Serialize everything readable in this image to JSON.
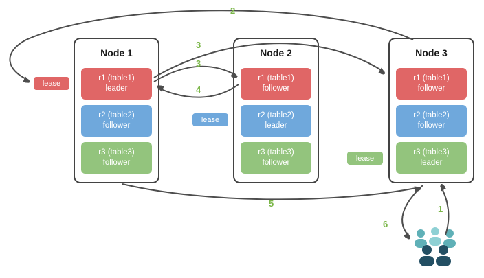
{
  "diagram": {
    "nodes": [
      {
        "title": "Node 1",
        "replicas": [
          {
            "name": "r1 (table1)",
            "role": "leader",
            "color": "#e06666"
          },
          {
            "name": "r2 (table2)",
            "role": "follower",
            "color": "#6fa8dc"
          },
          {
            "name": "r3 (table3)",
            "role": "follower",
            "color": "#93c47d"
          }
        ]
      },
      {
        "title": "Node 2",
        "replicas": [
          {
            "name": "r1 (table1)",
            "role": "follower",
            "color": "#e06666"
          },
          {
            "name": "r2 (table2)",
            "role": "leader",
            "color": "#6fa8dc"
          },
          {
            "name": "r3 (table3)",
            "role": "follower",
            "color": "#93c47d"
          }
        ]
      },
      {
        "title": "Node 3",
        "replicas": [
          {
            "name": "r1 (table1)",
            "role": "follower",
            "color": "#e06666"
          },
          {
            "name": "r2 (table2)",
            "role": "follower",
            "color": "#6fa8dc"
          },
          {
            "name": "r3 (table3)",
            "role": "leader",
            "color": "#93c47d"
          }
        ]
      }
    ],
    "leases": [
      {
        "label": "lease",
        "color": "#e06666"
      },
      {
        "label": "lease",
        "color": "#6fa8dc"
      },
      {
        "label": "lease",
        "color": "#93c47d"
      }
    ],
    "steps": [
      {
        "text": "2"
      },
      {
        "text": "3"
      },
      {
        "text": "3"
      },
      {
        "text": "4"
      },
      {
        "text": "5"
      },
      {
        "text": "1"
      },
      {
        "text": "6"
      }
    ],
    "colors": {
      "arrow": "#4d4d4d",
      "step_label": "#7ab648",
      "node_border": "#434343"
    }
  }
}
